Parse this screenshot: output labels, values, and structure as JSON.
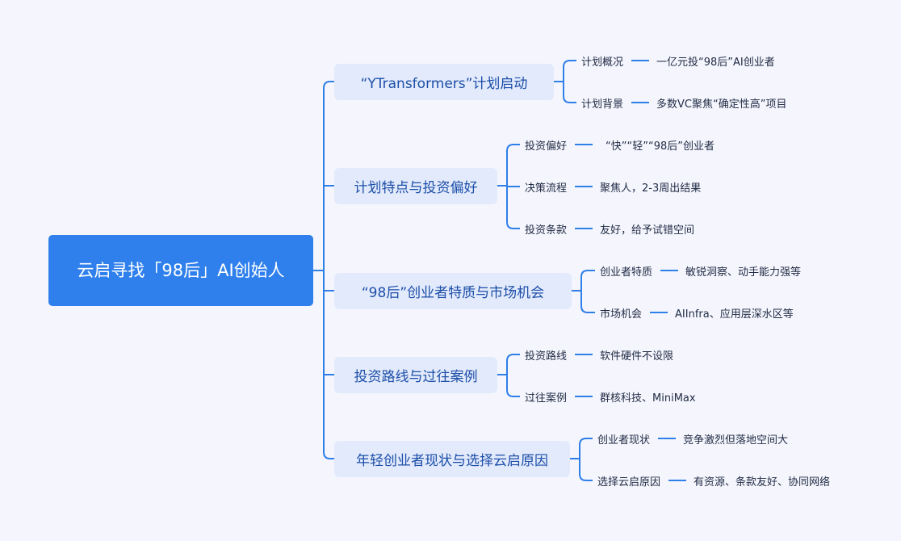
{
  "root": {
    "title": "云启寻找「98后」AI创始人"
  },
  "branches": [
    {
      "label": "“YTransformers”计划启动",
      "children": [
        {
          "label": "计划概况",
          "value": "一亿元投“98后”AI创业者"
        },
        {
          "label": "计划背景",
          "value": "多数VC聚焦“确定性高”项目"
        }
      ]
    },
    {
      "label": "计划特点与投资偏好",
      "children": [
        {
          "label": "投资偏好",
          "value": "“快”“轻”“98后”创业者"
        },
        {
          "label": "决策流程",
          "value": "聚焦人，2-3周出结果"
        },
        {
          "label": "投资条款",
          "value": "友好，给予试错空间"
        }
      ]
    },
    {
      "label": "“98后”创业者特质与市场机会",
      "children": [
        {
          "label": "创业者特质",
          "value": "敏锐洞察、动手能力强等"
        },
        {
          "label": "市场机会",
          "value": "AIInfra、应用层深水区等"
        }
      ]
    },
    {
      "label": "投资路线与过往案例",
      "children": [
        {
          "label": "投资路线",
          "value": "软件硬件不设限"
        },
        {
          "label": "过往案例",
          "value": "群核科技、MiniMax"
        }
      ]
    },
    {
      "label": "年轻创业者现状与选择云启原因",
      "children": [
        {
          "label": "创业者现状",
          "value": "竞争激烈但落地空间大"
        },
        {
          "label": "选择云启原因",
          "value": "有资源、条款友好、协同网络"
        }
      ]
    }
  ],
  "colors": {
    "root": "#2f80ed",
    "branch_bg": "#e2eafc",
    "line": "#2f7fe8",
    "background": "#f5f6fd"
  }
}
